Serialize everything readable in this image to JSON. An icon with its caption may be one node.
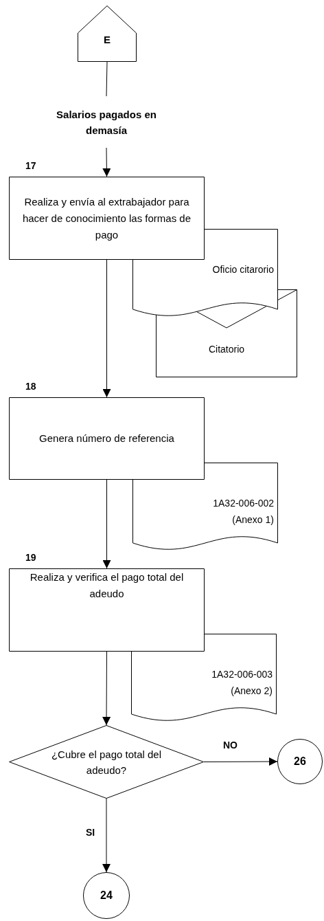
{
  "diagram": {
    "nodes": [
      {
        "text": [
          "E"
        ]
      },
      {
        "text": [
          "Salarios pagados en demasía"
        ]
      },
      {
        "text": [
          "Realiza y envía al extrabajador para hacer de conocimiento las formas de pago"
        ],
        "beside": [
          "17"
        ]
      },
      {
        "text": [
          "Oficio citarorio"
        ]
      },
      {
        "text": [
          "Citatorio"
        ]
      },
      {
        "text": [
          "Genera número de referencia"
        ],
        "beside": [
          "18"
        ]
      },
      {
        "text": [
          "1A32-006-002 (Anexo 1)"
        ]
      },
      {
        "text": [
          "Realiza y verifica el pago total del adeudo"
        ],
        "beside": [
          "19"
        ]
      },
      {
        "text": [
          "1A32-006-003 (Anexo 2)"
        ]
      },
      {
        "text": [
          "¿Cubre el pago total del adeudo?"
        ]
      },
      {
        "text": [
          "26"
        ]
      },
      {
        "text": [
          "24"
        ]
      }
    ],
    "edges": [
      {
        "from": 0,
        "to": 1,
        "arrow": "none"
      },
      {
        "from": 1,
        "to": 2,
        "arrow": "to"
      },
      {
        "from": 2,
        "to": 5,
        "arrow": "to"
      },
      {
        "from": 5,
        "to": 7,
        "arrow": "to"
      },
      {
        "from": 7,
        "to": 9,
        "arrow": "to"
      },
      {
        "from": 9,
        "to": 10,
        "arrow": "to",
        "label": "NO"
      },
      {
        "from": 9,
        "to": 11,
        "arrow": "to",
        "label": "SI"
      }
    ]
  }
}
